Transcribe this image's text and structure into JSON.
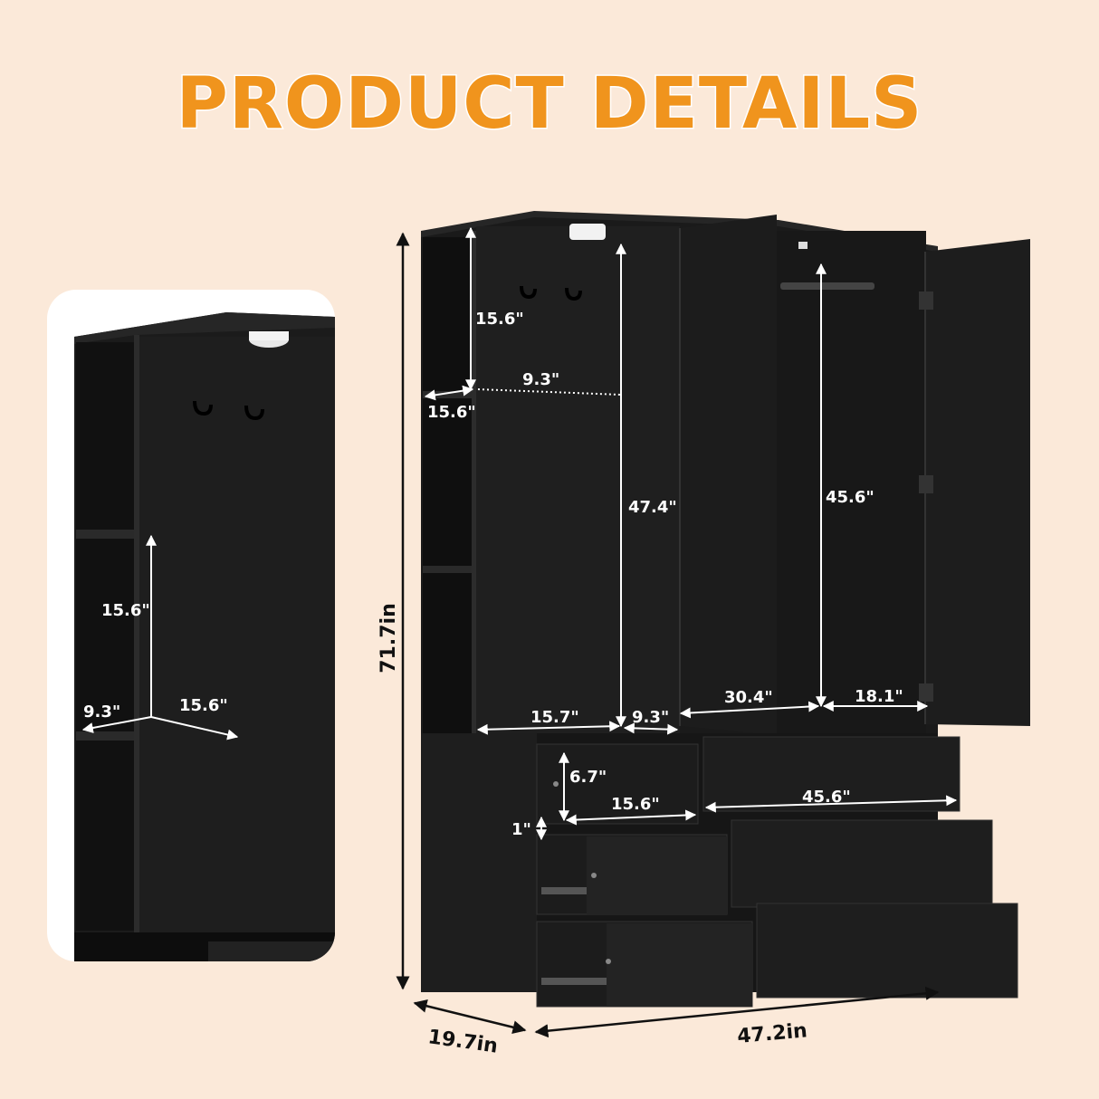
{
  "title": "PRODUCT DETAILS",
  "colors": {
    "background": "#fbe9d9",
    "title": "#f0941d",
    "wardrobe": "#1a1a1a",
    "dimension_line": "#ffffff"
  },
  "side_view": {
    "labels": {
      "shelf_height": "15.6\"",
      "shelf_width": "9.3\"",
      "shelf_depth": "15.6\""
    }
  },
  "main_view": {
    "labels": {
      "height": "71.7in",
      "depth": "19.7in",
      "width": "47.2in",
      "top_shelf_height": "15.6\"",
      "top_shelf_depth": "15.6\"",
      "top_shelf_width": "9.3\"",
      "left_compartment_height": "47.4\"",
      "right_compartment_height": "45.6\"",
      "left_compartment_width": "15.7\"",
      "left_compartment_side": "9.3\"",
      "right_compartment_width": "30.4\"",
      "right_compartment_depth": "18.1\"",
      "small_drawer_height": "6.7\"",
      "small_drawer_width": "15.6\"",
      "large_drawer_width": "45.6\"",
      "drawer_gap": "1\""
    }
  }
}
